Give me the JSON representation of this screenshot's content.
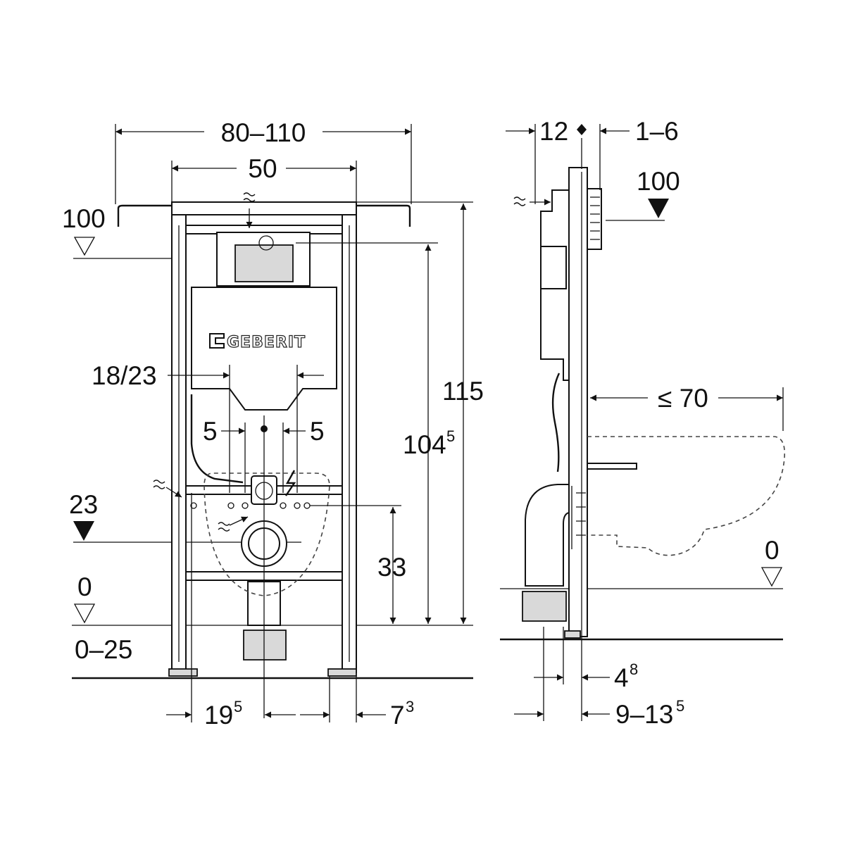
{
  "logo": {
    "text": "GEBERIT"
  },
  "front_view": {
    "width_range": "80–110",
    "frame_width": "50",
    "wall_left_label": "100",
    "height_total": "115",
    "height_outlet_main": "104",
    "height_outlet_sup": "5",
    "bolt_spacing": "18/23",
    "offset_left": "5",
    "offset_right": "5",
    "level_23": "23",
    "height_33": "33",
    "floor_zero": "0",
    "floor_range": "0–25",
    "bottom_left_main": "19",
    "bottom_left_sup": "5",
    "bottom_right_main": "7",
    "bottom_right_sup": "3"
  },
  "side_view": {
    "top_depth": "12",
    "top_offset": "1–6",
    "wall_label": "100",
    "bowl_projection": "≤ 70",
    "floor_zero": "0",
    "depth_small_main": "4",
    "depth_small_sup": "8",
    "depth_range_main": "9–13",
    "depth_range_sup": "5"
  }
}
